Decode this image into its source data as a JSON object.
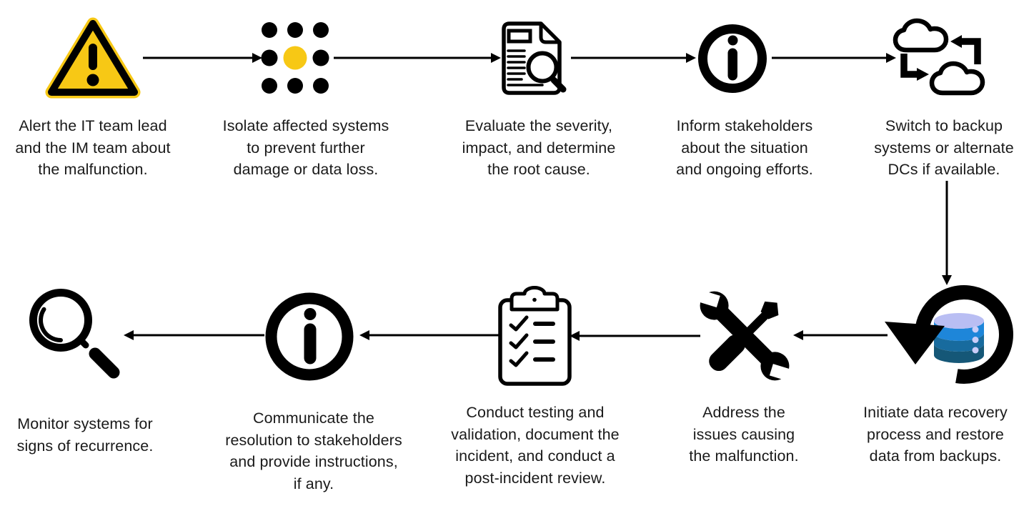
{
  "diagram": {
    "type": "process-flowchart",
    "subject": "IT incident handling steps",
    "colors": {
      "background": "#ffffff",
      "line": "#000000",
      "icon": "#000000",
      "text": "#1a1a1a",
      "accent_yellow": "#F7C815",
      "database_top": "#B9BEF3",
      "database_band1": "#1E86D9",
      "database_band2": "#186B9E",
      "database_band3": "#155777",
      "database_dots": "#C9CDF8"
    },
    "steps": [
      {
        "order": 1,
        "icon": "warning-triangle-icon",
        "caption": "Alert the IT team lead and the IM team about the malfunction.",
        "lines": [
          "Alert the IT team lead",
          "and the IM team about",
          "the malfunction."
        ]
      },
      {
        "order": 2,
        "icon": "isolate-systems-dots-icon",
        "caption": "Isolate affected systems to prevent further damage or data loss.",
        "lines": [
          "Isolate affected systems",
          "to prevent further",
          "damage or data loss."
        ]
      },
      {
        "order": 3,
        "icon": "document-magnifier-icon",
        "caption": "Evaluate the severity, impact, and determine the root cause.",
        "lines": [
          "Evaluate the severity,",
          "impact, and determine",
          "the root cause."
        ]
      },
      {
        "order": 4,
        "icon": "info-circle-icon",
        "caption": "Inform stakeholders about the situation and ongoing efforts.",
        "lines": [
          "Inform stakeholders",
          "about the situation",
          "and ongoing efforts."
        ]
      },
      {
        "order": 5,
        "icon": "cloud-sync-icon",
        "caption": "Switch to backup systems or alternate DCs if available.",
        "lines": [
          "Switch to backup",
          "systems or alternate",
          "DCs if available."
        ]
      },
      {
        "order": 6,
        "icon": "data-recovery-icon",
        "caption": "Initiate data recovery process and restore data from backups.",
        "lines": [
          "Initiate data recovery",
          "process and restore",
          "data from backups."
        ]
      },
      {
        "order": 7,
        "icon": "wrench-screwdriver-icon",
        "caption": "Address the issues causing the malfunction.",
        "lines": [
          "Address the",
          "issues causing",
          "the malfunction."
        ]
      },
      {
        "order": 8,
        "icon": "checklist-clipboard-icon",
        "caption": "Conduct testing and validation, document the incident, and conduct a post-incident review.",
        "lines": [
          "Conduct testing and",
          "validation, document the",
          "incident, and conduct a",
          "post-incident review."
        ]
      },
      {
        "order": 9,
        "icon": "info-circle-icon",
        "caption": "Communicate the resolution to stakeholders and provide instructions, if any.",
        "lines": [
          "Communicate the",
          "resolution to stakeholders",
          "and provide instructions,",
          "if any."
        ]
      },
      {
        "order": 10,
        "icon": "magnifier-icon",
        "caption": "Monitor systems for signs of recurrence.",
        "lines": [
          "Monitor systems for",
          "signs of recurrence."
        ]
      }
    ],
    "connectors": [
      {
        "from": "step-1",
        "to": "step-2",
        "direction": "right"
      },
      {
        "from": "step-2",
        "to": "step-3",
        "direction": "right"
      },
      {
        "from": "step-3",
        "to": "step-4",
        "direction": "right"
      },
      {
        "from": "step-4",
        "to": "step-5",
        "direction": "right"
      },
      {
        "from": "step-5",
        "to": "step-6",
        "direction": "down"
      },
      {
        "from": "step-6",
        "to": "step-7",
        "direction": "left"
      },
      {
        "from": "step-7",
        "to": "step-8",
        "direction": "left"
      },
      {
        "from": "step-8",
        "to": "step-9",
        "direction": "left"
      },
      {
        "from": "step-9",
        "to": "step-10",
        "direction": "left"
      }
    ]
  }
}
